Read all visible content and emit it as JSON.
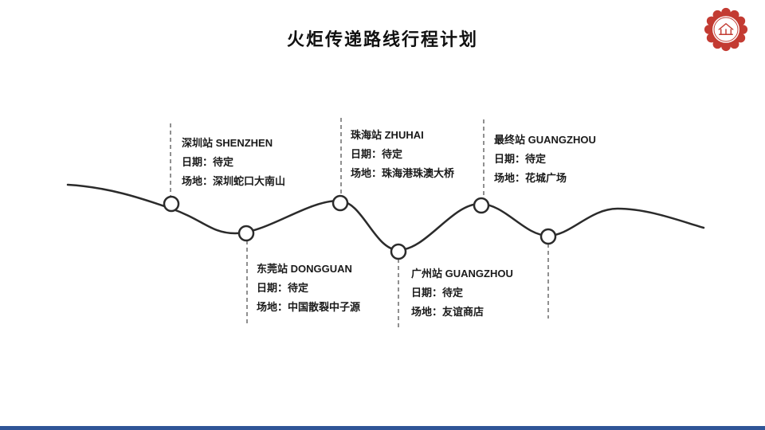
{
  "slide": {
    "title": "火炬传递路线行程计划",
    "colors": {
      "wave_line": "#2b2b2b",
      "footer_bar": "#2f5597",
      "logo_red": "#c33b32",
      "text": "#1a1a1a"
    },
    "icons": {
      "brand_seal": "red scalloped seal badge with pavilion line-art",
      "route_node": "white circle with dark ring on wave line"
    }
  },
  "stations": [
    {
      "id": "shenzhen",
      "name": "深圳站 SHENZHEN",
      "date": "日期：待定",
      "venue": "场地：深圳蛇口大南山",
      "position": "above"
    },
    {
      "id": "dongguan",
      "name": "东莞站 DONGGUAN",
      "date": "日期：待定",
      "venue": "场地：中国散裂中子源",
      "position": "below"
    },
    {
      "id": "zhuhai",
      "name": "珠海站 ZHUHAI",
      "date": "日期：待定",
      "venue": "场地：珠海港珠澳大桥",
      "position": "above"
    },
    {
      "id": "guangzhou",
      "name": "广州站 GUANGZHOU",
      "date": "日期：待定",
      "venue": "场地：友谊商店",
      "position": "below"
    },
    {
      "id": "final",
      "name": "最终站 GUANGZHOU",
      "date": "日期：待定",
      "venue": "场地：花城广场",
      "position": "above"
    }
  ]
}
